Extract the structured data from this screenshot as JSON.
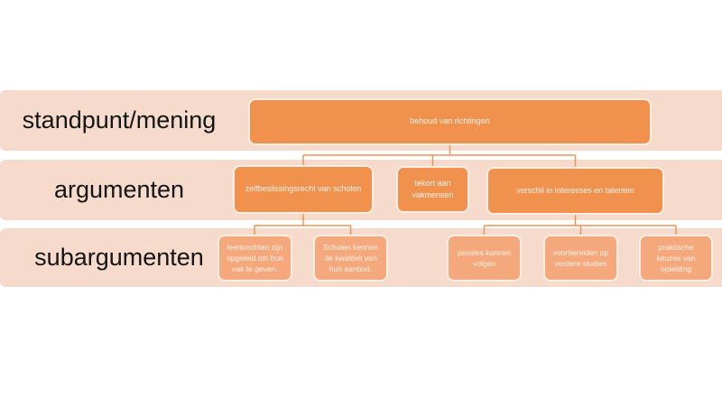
{
  "diagram": {
    "type": "argument-hierarchy",
    "rows": [
      {
        "label": "standpunt/mening"
      },
      {
        "label": "argumenten"
      },
      {
        "label": "subargumenten"
      }
    ],
    "nodes": {
      "root": "behoud van richtingen",
      "arg1": "zelfbeslissingsrecht van scholen",
      "arg2": "tekort aan vakmensen",
      "arg3": "verschil in interesses en talenten",
      "sub1": "leerkrachten zijn opgeleid om hun vak te geven.",
      "sub2": "Scholen kennen de kwaliteit van hun aanbod.",
      "sub3": "passies kunnen volgen",
      "sub4": "voorbereiden op verdere studies",
      "sub5": "praktische keuzes van opleiding"
    },
    "colors": {
      "band": "#F6DBCC",
      "node_fill": "#F0914E",
      "subnode_fill": "#F4A87B",
      "node_border": "#FBEEE4",
      "node_text": "#FDF3EA",
      "connector": "#EE9355",
      "label_text": "#141414",
      "background": "#FFFFFF"
    }
  }
}
